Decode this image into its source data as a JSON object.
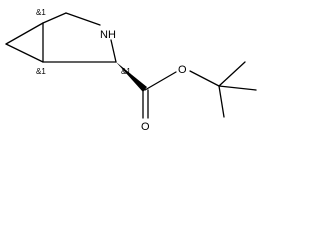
{
  "molecule": {
    "atoms": {
      "nitrogen": "NH",
      "ester_oxygen": "O",
      "carbonyl_oxygen": "O"
    },
    "stereo_labels": {
      "c1_top": "&1",
      "c5_bottom": "&1",
      "c2_alpha": "&1"
    }
  },
  "colors": {
    "bond": "#000000",
    "background": "#ffffff"
  }
}
